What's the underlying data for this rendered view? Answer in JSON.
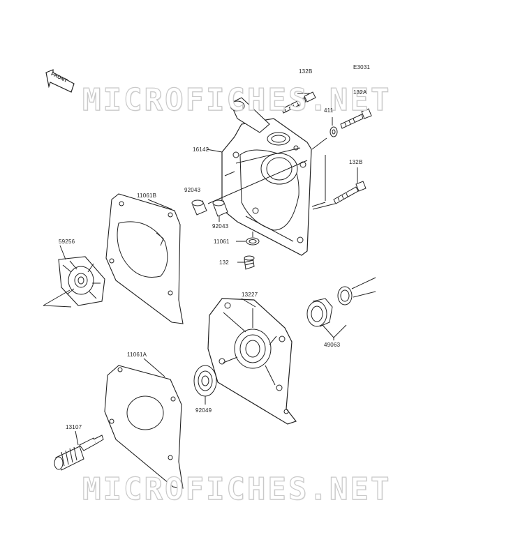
{
  "diagram": {
    "ref_code": "E3031",
    "front_label": "FRONT",
    "watermark_top": "MICROFICHES.NET",
    "watermark_bottom": "MICROFICHES.NET",
    "colors": {
      "ink": "#222222",
      "watermark": "#c9c9c9",
      "background": "#ffffff"
    },
    "parts": {
      "p132b_top": "132B",
      "p132a": "132A",
      "p411": "411",
      "p16142": "16142",
      "p132b_mid": "132B",
      "p92043_a": "92043",
      "p92043_b": "92043",
      "p11061b": "11061B",
      "p11061": "11061",
      "p132": "132",
      "p59256": "59256",
      "p13227": "13227",
      "p49063": "49063",
      "p11061a": "11061A",
      "p92049": "92049",
      "p13107": "13107"
    }
  }
}
